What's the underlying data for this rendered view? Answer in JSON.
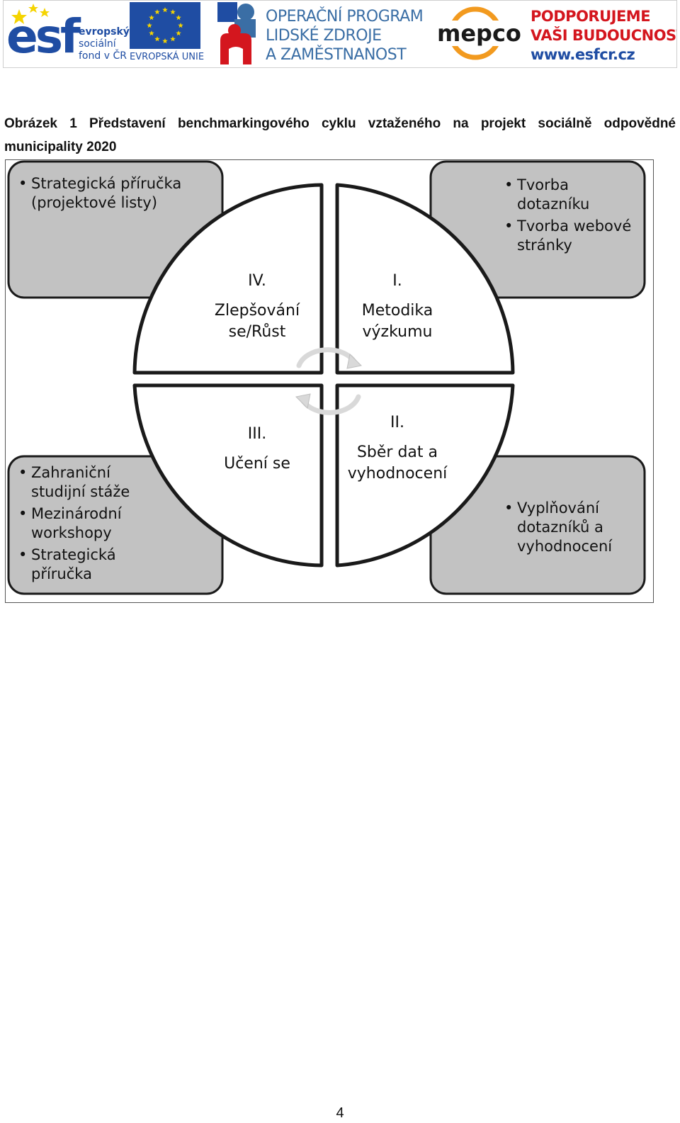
{
  "header": {
    "esf": {
      "brand": "esf",
      "line1": "evropský",
      "line2": "sociální",
      "line3": "fond v ČR"
    },
    "eu": {
      "label": "EVROPSKÁ UNIE"
    },
    "op": {
      "line1": "OPERAČNÍ PROGRAM",
      "line2": "LIDSKÉ ZDROJE",
      "line3": "A ZAMĚSTNANOST"
    },
    "mepco": {
      "label": "mepco"
    },
    "slogan": {
      "line1": "PODPORUJEME",
      "line2": "VAŠI BUDOUCNOST",
      "url": "www.esfcr.cz"
    },
    "colors": {
      "blue": "#1f4da3",
      "red": "#d4161e",
      "yellow": "#f5d400",
      "orange": "#f29a1f",
      "teal": "#3a6ea5"
    }
  },
  "caption": "Obrázek 1 Představení benchmarkingového cyklu vztaženého na projekt sociálně odpovědné municipality 2020",
  "diagram": {
    "boxes": {
      "top_left": [
        "Strategická příručka (projektové listy)"
      ],
      "top_right": [
        "Tvorba dotazníku",
        "Tvorba webové stránky"
      ],
      "bottom_left": [
        "Zahraniční studijní stáže",
        "Mezinárodní workshopy",
        "Strategická příručka"
      ],
      "bottom_right": [
        "Vyplňování dotazníků a vyhodnocení"
      ]
    },
    "quadrants": {
      "q1": {
        "num": "I.",
        "label": "Metodika výzkumu"
      },
      "q2": {
        "num": "II.",
        "label": "Sběr dat a vyhodnocení"
      },
      "q3": {
        "num": "III.",
        "label": "Učení se"
      },
      "q4": {
        "num": "IV.",
        "label": "Zlepšování se/Růst"
      }
    },
    "colors": {
      "box_fill": "#c2c2c2",
      "quadrant_fill": "#ffffff",
      "stroke": "#1a1a1a",
      "arrow": "#e2e2e2"
    }
  },
  "footer": {
    "page_number": "4"
  }
}
